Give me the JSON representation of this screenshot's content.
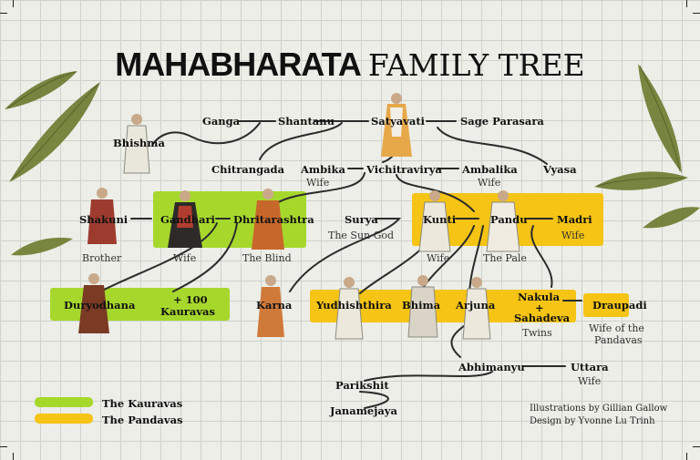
{
  "title": {
    "bold": "MAHABHARATA",
    "light": "FAMILY TREE"
  },
  "people": {
    "ganga": "Ganga",
    "shantanu": "Shantanu",
    "satyavati": "Satyavati",
    "parasara": "Sage Parasara",
    "bhishma": "Bhishma",
    "chitrangada": "Chitrangada",
    "ambika": "Ambika",
    "vichitravirya": "Vichitravirya",
    "ambalika": "Ambalika",
    "vyasa": "Vyasa",
    "shakuni": "Shakuni",
    "gandhari": "Gandhari",
    "dhritarashtra": "Dhritarashtra",
    "surya": "Surya",
    "kunti": "Kunti",
    "pandu": "Pandu",
    "madri": "Madri",
    "duryodhana": "Duryodhana",
    "kauravas_count": "+ 100",
    "kauravas": "Kauravas",
    "karna": "Karna",
    "yudhishthira": "Yudhishthira",
    "bhima": "Bhima",
    "arjuna": "Arjuna",
    "nakula": "Nakula",
    "plus": "+",
    "sahadeva": "Sahadeva",
    "draupadi": "Draupadi",
    "abhimanyu": "Abhimanyu",
    "uttara": "Uttara",
    "parikshit": "Parikshit",
    "janamejaya": "Janamejaya"
  },
  "notes": {
    "ambika_wife": "Wife",
    "ambalika_wife": "Wife",
    "shakuni_brother": "Brother",
    "gandhari_wife": "Wife",
    "dhritarashtra_blind": "The Blind",
    "surya_god": "The Sun God",
    "kunti_wife": "Wife",
    "pandu_pale": "The Pale",
    "madri_wife": "Wife",
    "twins": "Twins",
    "draupadi_line1": "Wife of the",
    "draupadi_line2": "Pandavas",
    "uttara_wife": "Wife"
  },
  "legend": {
    "kauravas": "The Kauravas",
    "pandavas": "The Pandavas"
  },
  "credits": {
    "illustrations": "Illustrations by Gillian Gallow",
    "design": "Design by Yvonne Lu Trinh"
  },
  "colors": {
    "kauravas": "#a6d82c",
    "pandavas": "#f5c414",
    "background": "#eceee7",
    "leaf": "#6b7a2e"
  }
}
